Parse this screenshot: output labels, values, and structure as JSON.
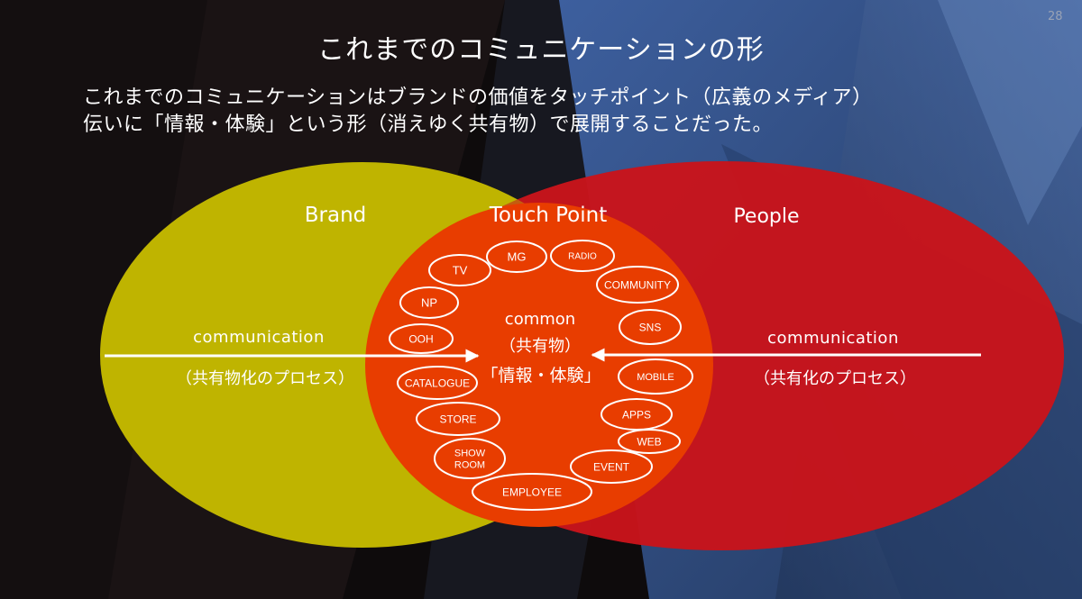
{
  "page_number": "28",
  "title": "これまでのコミュニケーションの形",
  "body_lines": [
    "これまでのコミュニケーションはブランドの価値をタッチポイント（広義のメディア）",
    "伝いに「情報・体験」という形（消えゆく共有物）で展開することだった。"
  ],
  "circles": {
    "brand": "Brand",
    "touch_point": "Touch Point",
    "people": "People"
  },
  "flows": {
    "left_label": "communication",
    "left_sub": "（共有物化のプロセス）",
    "right_label": "communication",
    "right_sub": "（共有化のプロセス）"
  },
  "center": {
    "common": "common",
    "shared": "（共有物）",
    "info": "「情報・体験」"
  },
  "touchpoints": [
    "MG",
    "RADIO",
    "TV",
    "COMMUNITY",
    "NP",
    "SNS",
    "OOH",
    "CATALOGUE",
    "MOBILE",
    "APPS",
    "STORE",
    "WEB",
    "SHOW ROOM",
    "EVENT",
    "EMPLOYEE"
  ],
  "colors": {
    "brand": "#bfb400",
    "people": "#c8141c",
    "touch_point": "#e83d00",
    "background": "#0e0b0c",
    "accent_blue": "#3b5e9c"
  }
}
